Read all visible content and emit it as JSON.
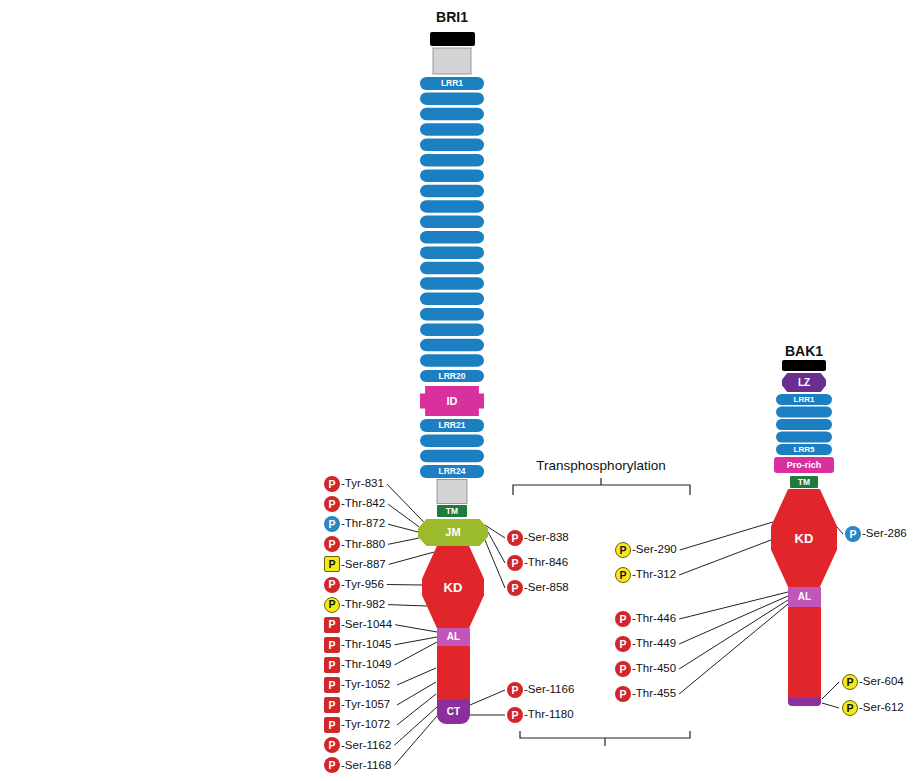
{
  "diagram": {
    "nodes": [
      {
        "text": [
          "LRR1"
        ]
      },
      {
        "text": [
          "LRR20"
        ]
      },
      {
        "text": [
          "ID"
        ]
      },
      {
        "text": [
          "LRR21"
        ]
      },
      {
        "text": [
          "LRR24"
        ]
      },
      {
        "text": [
          "TM"
        ]
      },
      {
        "text": [
          "JM"
        ]
      },
      {
        "text": [
          "KD"
        ]
      },
      {
        "text": [
          "AL"
        ]
      },
      {
        "text": [
          "CT"
        ]
      },
      {
        "text": [
          "P",
          "-Tyr-831"
        ]
      },
      {
        "text": [
          "P",
          "-Thr-842"
        ]
      },
      {
        "text": [
          "P",
          "-Thr-872"
        ]
      },
      {
        "text": [
          "P",
          "-Thr-880"
        ]
      },
      {
        "text": [
          "P",
          "-Ser-887"
        ]
      },
      {
        "text": [
          "P",
          "-Tyr-956"
        ]
      },
      {
        "text": [
          "P",
          "-Thr-982"
        ]
      },
      {
        "text": [
          "P",
          "-Ser-1044"
        ]
      },
      {
        "text": [
          "P",
          "-Thr-1045"
        ]
      },
      {
        "text": [
          "P",
          "-Thr-1049"
        ]
      },
      {
        "text": [
          "P",
          "-Tyr-1052"
        ]
      },
      {
        "text": [
          "P",
          "-Tyr-1057"
        ]
      },
      {
        "text": [
          "P",
          "-Tyr-1072"
        ]
      },
      {
        "text": [
          "P",
          "-Ser-1162"
        ]
      },
      {
        "text": [
          "P",
          "-Ser-1168"
        ]
      },
      {
        "text": [
          "P",
          "-Ser-838"
        ]
      },
      {
        "text": [
          "P",
          "-Thr-846"
        ]
      },
      {
        "text": [
          "P",
          "-Ser-858"
        ]
      },
      {
        "text": [
          "P",
          "-Ser-1166"
        ]
      },
      {
        "text": [
          "P",
          "-Thr-1180"
        ]
      },
      {
        "text": [
          "LZ"
        ]
      },
      {
        "text": [
          "LRR1"
        ]
      },
      {
        "text": [
          "LRR5"
        ]
      },
      {
        "text": [
          "Pro-rich"
        ]
      },
      {
        "text": [
          "TM"
        ]
      },
      {
        "text": [
          "KD"
        ]
      },
      {
        "text": [
          "AL"
        ]
      },
      {
        "text": [
          "P",
          "-Ser-290"
        ]
      },
      {
        "text": [
          "P",
          "-Thr-312"
        ]
      },
      {
        "text": [
          "P",
          "-Ser-286"
        ]
      },
      {
        "text": [
          "P",
          "-Thr-446"
        ]
      },
      {
        "text": [
          "P",
          "-Thr-449"
        ]
      },
      {
        "text": [
          "P",
          "-Thr-450"
        ]
      },
      {
        "text": [
          "P",
          "-Thr-455"
        ]
      },
      {
        "text": [
          "P",
          "-Ser-604"
        ]
      },
      {
        "text": [
          "P",
          "-Ser-612"
        ]
      }
    ],
    "edges": [
      {
        "from": 10,
        "to": 6,
        "arrow": "none"
      },
      {
        "from": 11,
        "to": 6,
        "arrow": "none"
      },
      {
        "from": 12,
        "to": 6,
        "arrow": "none"
      },
      {
        "from": 13,
        "to": 6,
        "arrow": "none"
      },
      {
        "from": 14,
        "to": 7,
        "arrow": "none"
      },
      {
        "from": 15,
        "to": 7,
        "arrow": "none"
      },
      {
        "from": 16,
        "to": 7,
        "arrow": "none"
      },
      {
        "from": 17,
        "to": 8,
        "arrow": "none"
      },
      {
        "from": 18,
        "to": 8,
        "arrow": "none"
      },
      {
        "from": 19,
        "to": 8,
        "arrow": "none"
      },
      {
        "from": 23,
        "to": 9,
        "arrow": "none"
      },
      {
        "from": 24,
        "to": 9,
        "arrow": "none"
      },
      {
        "from": 25,
        "to": 6,
        "arrow": "none"
      },
      {
        "from": 26,
        "to": 6,
        "arrow": "none"
      },
      {
        "from": 27,
        "to": 6,
        "arrow": "none"
      },
      {
        "from": 28,
        "to": 9,
        "arrow": "none"
      },
      {
        "from": 29,
        "to": 9,
        "arrow": "none"
      },
      {
        "from": 37,
        "to": 35,
        "arrow": "none"
      },
      {
        "from": 38,
        "to": 35,
        "arrow": "none"
      },
      {
        "from": 39,
        "to": 35,
        "arrow": "none"
      },
      {
        "from": 40,
        "to": 36,
        "arrow": "none"
      },
      {
        "from": 41,
        "to": 36,
        "arrow": "none"
      },
      {
        "from": 42,
        "to": 36,
        "arrow": "none"
      },
      {
        "from": 43,
        "to": 36,
        "arrow": "none"
      }
    ],
    "labels": [
      "BRI1",
      "Transphosphorylation",
      "BAK1"
    ]
  }
}
